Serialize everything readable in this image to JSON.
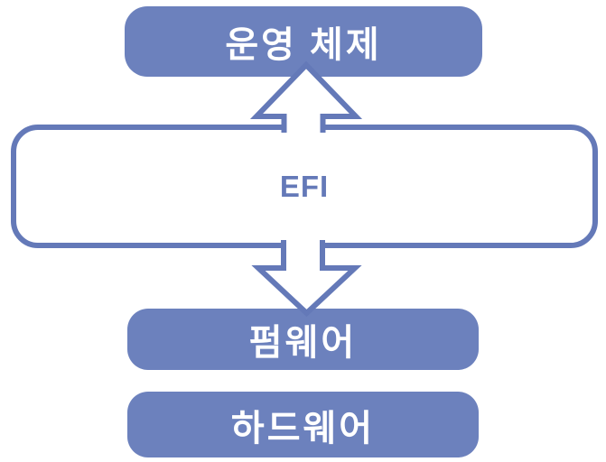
{
  "boxes": {
    "os": {
      "label": "운영 체제"
    },
    "efi": {
      "label": "EFI"
    },
    "firmware": {
      "label": "펌웨어"
    },
    "hardware": {
      "label": "하드웨어"
    }
  },
  "arrows": [
    {
      "name": "efi-to-os",
      "direction": "up"
    },
    {
      "name": "efi-to-firmware",
      "direction": "down"
    }
  ],
  "colors": {
    "box_fill": "#6C81BD",
    "outline": "#6479B8",
    "box_text": "#FFFFFF",
    "arrow_fill": "#FFFFFF",
    "background": "#FFFFFF"
  }
}
